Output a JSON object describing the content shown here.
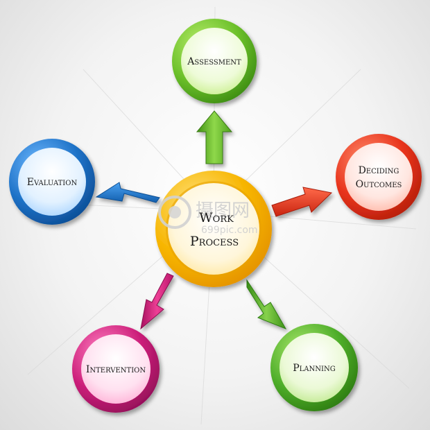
{
  "center": {
    "line1": "Work",
    "line2": "Process",
    "color": "#f5b400"
  },
  "nodes": {
    "assessment": {
      "line1": "Assessment",
      "color": "#6cc02a"
    },
    "deciding": {
      "line1": "Deciding",
      "line2": "Outcomes",
      "color": "#e8341c"
    },
    "evaluation": {
      "line1": "Evaluation",
      "color": "#1f73c8"
    },
    "intervention": {
      "line1": "Intervention",
      "color": "#cc1f7a"
    },
    "planning": {
      "line1": "Planning",
      "color": "#4fae2a"
    }
  },
  "watermark": {
    "brand": "摄图网",
    "url": "699pic.com"
  }
}
